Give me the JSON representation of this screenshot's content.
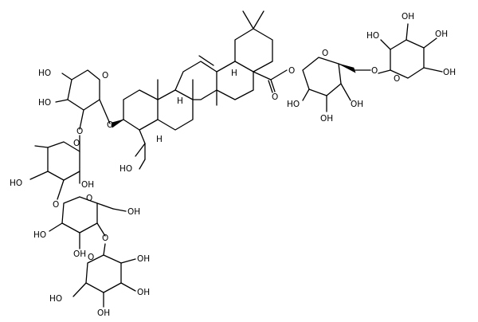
{
  "structure": {
    "atom_labels": {
      "oh_xyl_top": "HO",
      "oh_xyl_mid": "HO",
      "o_xyl_ring": "O",
      "o_xyl_link": "O",
      "o_rha_ring": "O",
      "o_rha_link": "O",
      "ho_rha": "HO",
      "oh_rha": "OH",
      "o_glc1_link": "O",
      "o_glc1_ring": "O",
      "oh_glc1_ch2": "OH",
      "ho_glc1": "HO",
      "oh_glc1_low": "OH",
      "o_glc1_glc2": "O",
      "o_glc2_ring": "O",
      "oh_glc2_a": "OH",
      "oh_glc2_b": "OH",
      "ho_glc2_ch2": "HO",
      "oh_glc2_c": "OH",
      "ho_c23": "HO",
      "o_ester_c": "O",
      "o_ester": "O",
      "o_glc3_ring": "O",
      "ho_glc3_a": "HO",
      "oh_glc3_a": "OH",
      "oh_glc3_b": "OH",
      "o_glc3_link": "O",
      "o_glc4_ring": "O",
      "ho_glc4": "HO",
      "oh_glc4_a": "OH",
      "oh_glc4_b": "OH",
      "oh_glc4_ch2": "OH",
      "h_c5": "H",
      "h_c9": "H",
      "h_c18": "H"
    }
  }
}
